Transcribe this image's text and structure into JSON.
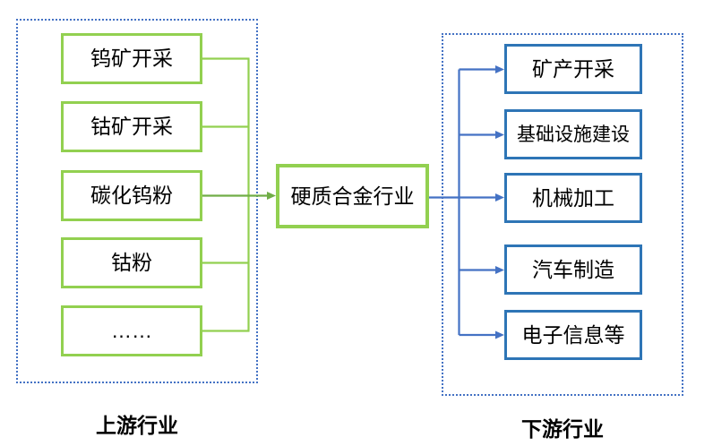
{
  "upstream": {
    "label": "上游行业",
    "items": [
      "钨矿开采",
      "钴矿开采",
      "碳化钨粉",
      "钴粉",
      "……"
    ]
  },
  "center": {
    "label": "硬质合金行业"
  },
  "downstream": {
    "label": "下游行业",
    "items": [
      "矿产开采",
      "基础设施建设",
      "机械加工",
      "汽车制造",
      "电子信息等"
    ]
  },
  "colors": {
    "green_border": "#92D050",
    "green_connector": "#70AD47",
    "blue_border": "#2E75B6",
    "blue_connector": "#4472C4",
    "group_border": "#4472C4",
    "text": "#000000"
  }
}
